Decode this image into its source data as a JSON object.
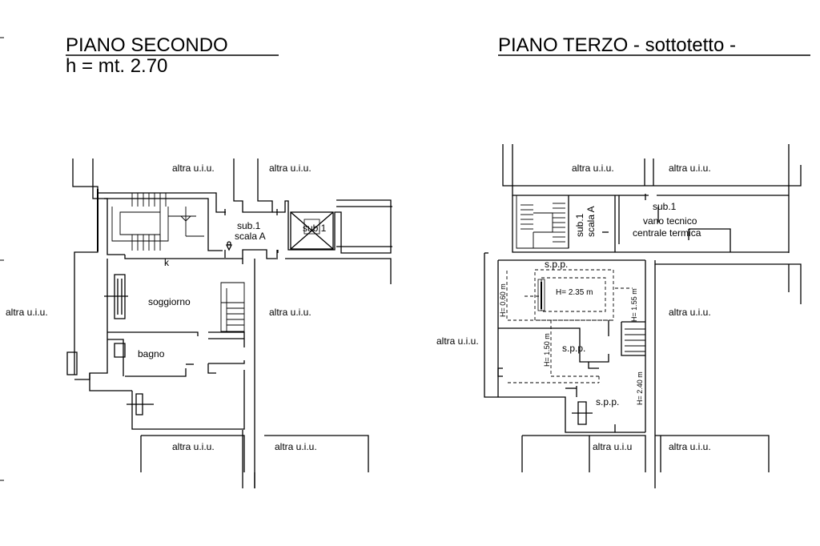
{
  "left": {
    "title": "PIANO SECONDO",
    "subtitle": "h = mt. 2.70",
    "labels": {
      "top_left": "altra u.i.u.",
      "top_right": "altra u.i.u.",
      "sub1": "sub.1",
      "scala": "scala A",
      "sub1_box": "sub.1",
      "k": "k",
      "soggiorno": "soggiorno",
      "side": "altra u.i.u.",
      "right_mid": "altra u.i.u.",
      "bagno": "bagno",
      "bottom_left": "altra u.i.u.",
      "bottom_right": "altra u.i.u."
    }
  },
  "right": {
    "title": "PIANO TERZO - sottotetto -",
    "labels": {
      "top_left": "altra u.i.u.",
      "top_right": "altra u.i.u.",
      "sub1_v": "sub.1",
      "scala_v": "scala A",
      "sub1": "sub.1",
      "vano": "vano tecnico",
      "centrale": "centrale termica",
      "spp_top": "s.p.p.",
      "h060": "H= 0.60 m",
      "h235": "H= 2.35 m",
      "h155": "H= 1.55 m",
      "right_mid": "altra u.i.u.",
      "side": "altra u.i.u.",
      "h150": "H= 1.50 m",
      "spp_mid": "s.p.p.",
      "spp_bot": "s.p.p.",
      "h240": "H= 2.40 m",
      "bottom_left": "altra u.i.u",
      "bottom_right": "altra u.i.u."
    }
  }
}
